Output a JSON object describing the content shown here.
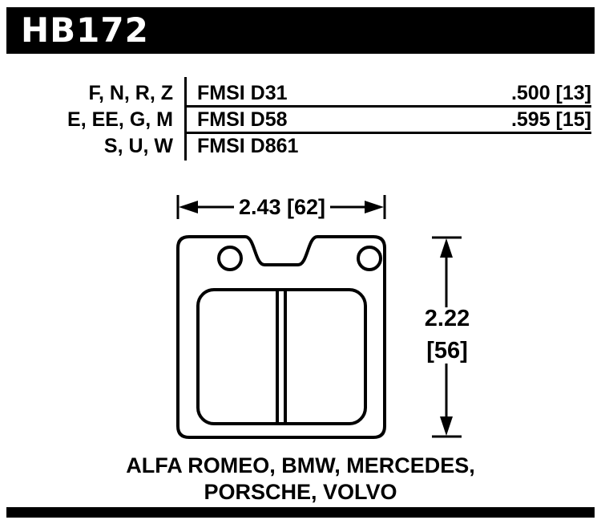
{
  "header": {
    "part_number": "HB172"
  },
  "spec_table": {
    "rows": [
      {
        "compounds": "F, N, R, Z",
        "fmsi": "FMSI D31",
        "thickness": ".500 [13]"
      },
      {
        "compounds": "E, EE, G, M",
        "fmsi": "FMSI D58",
        "thickness": ".595 [15]"
      },
      {
        "compounds": "S, U, W",
        "fmsi": "FMSI D861",
        "thickness": ""
      }
    ]
  },
  "drawing": {
    "width_dimension": "2.43 [62]",
    "height_dimension_in": "2.22",
    "height_dimension_mm": "[56]"
  },
  "applications": {
    "line1": "ALFA ROMEO, BMW, MERCEDES,",
    "line2": "PORSCHE, VOLVO"
  },
  "colors": {
    "bar": "#000000",
    "line": "#000000",
    "background": "#ffffff",
    "text_on_bar": "#ffffff"
  }
}
